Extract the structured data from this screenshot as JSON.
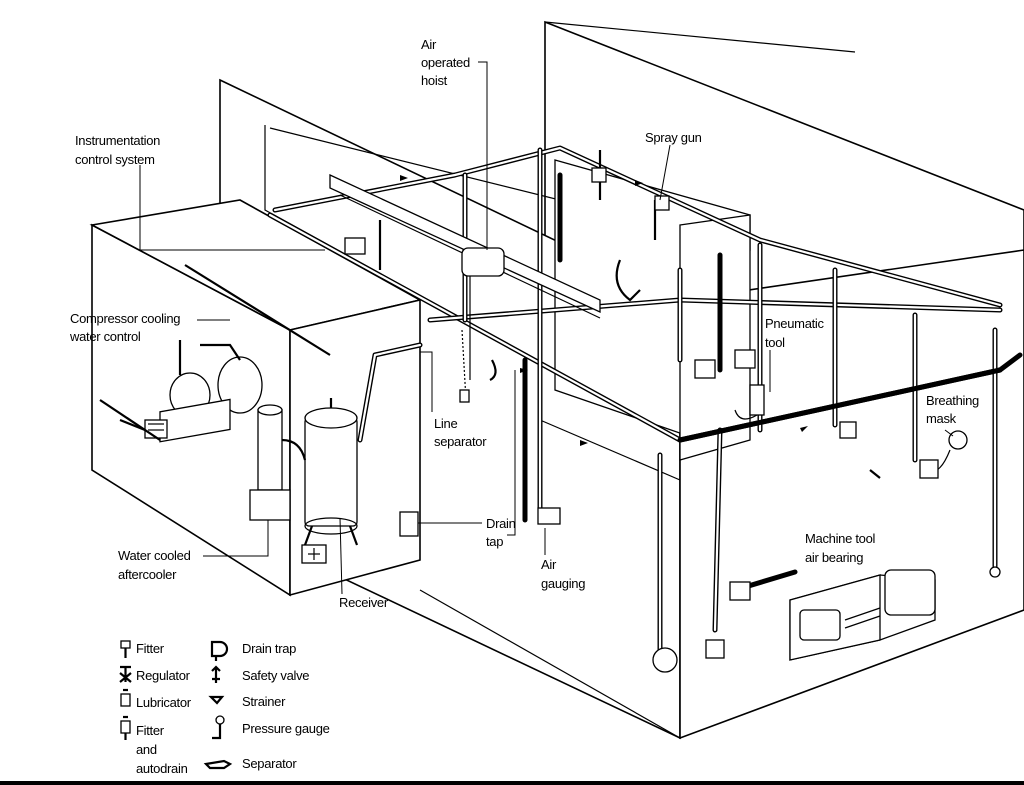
{
  "labels": {
    "air_operated_hoist": [
      "Air",
      "operated",
      "hoist"
    ],
    "instrumentation_control_system": [
      "Instrumentation",
      "control system"
    ],
    "spray_gun": [
      "Spray gun"
    ],
    "compressor_cooling_water_control": [
      "Compressor cooling",
      "water control"
    ],
    "pneumatic_tool": [
      "Pneumatic",
      "tool"
    ],
    "line_separator": [
      "Line",
      "separator"
    ],
    "breathing_mask": [
      "Breathing",
      "mask"
    ],
    "drain_tap": [
      "Drain",
      "tap"
    ],
    "air_gauging": [
      "Air",
      "gauging"
    ],
    "machine_tool_air_bearing": [
      "Machine tool",
      "air bearing"
    ],
    "water_cooled_aftercooler": [
      "Water cooled",
      "aftercooler"
    ],
    "receiver": [
      "Receiver"
    ]
  },
  "legend": {
    "left": [
      {
        "icon": "fitter-icon",
        "lines": [
          "Fitter"
        ]
      },
      {
        "icon": "regulator-icon",
        "lines": [
          "Regulator"
        ]
      },
      {
        "icon": "lubricator-icon",
        "lines": [
          "Lubricator"
        ]
      },
      {
        "icon": "fitter-autodrain-icon",
        "lines": [
          "Fitter",
          "and",
          "autodrain"
        ]
      }
    ],
    "right": [
      {
        "icon": "drain-trap-icon",
        "lines": [
          "Drain trap"
        ]
      },
      {
        "icon": "safety-valve-icon",
        "lines": [
          "Safety valve"
        ]
      },
      {
        "icon": "strainer-icon",
        "lines": [
          "Strainer"
        ]
      },
      {
        "icon": "pressure-gauge-icon",
        "lines": [
          "Pressure gauge"
        ]
      },
      {
        "icon": "separator-icon",
        "lines": [
          "Separator"
        ]
      }
    ]
  }
}
